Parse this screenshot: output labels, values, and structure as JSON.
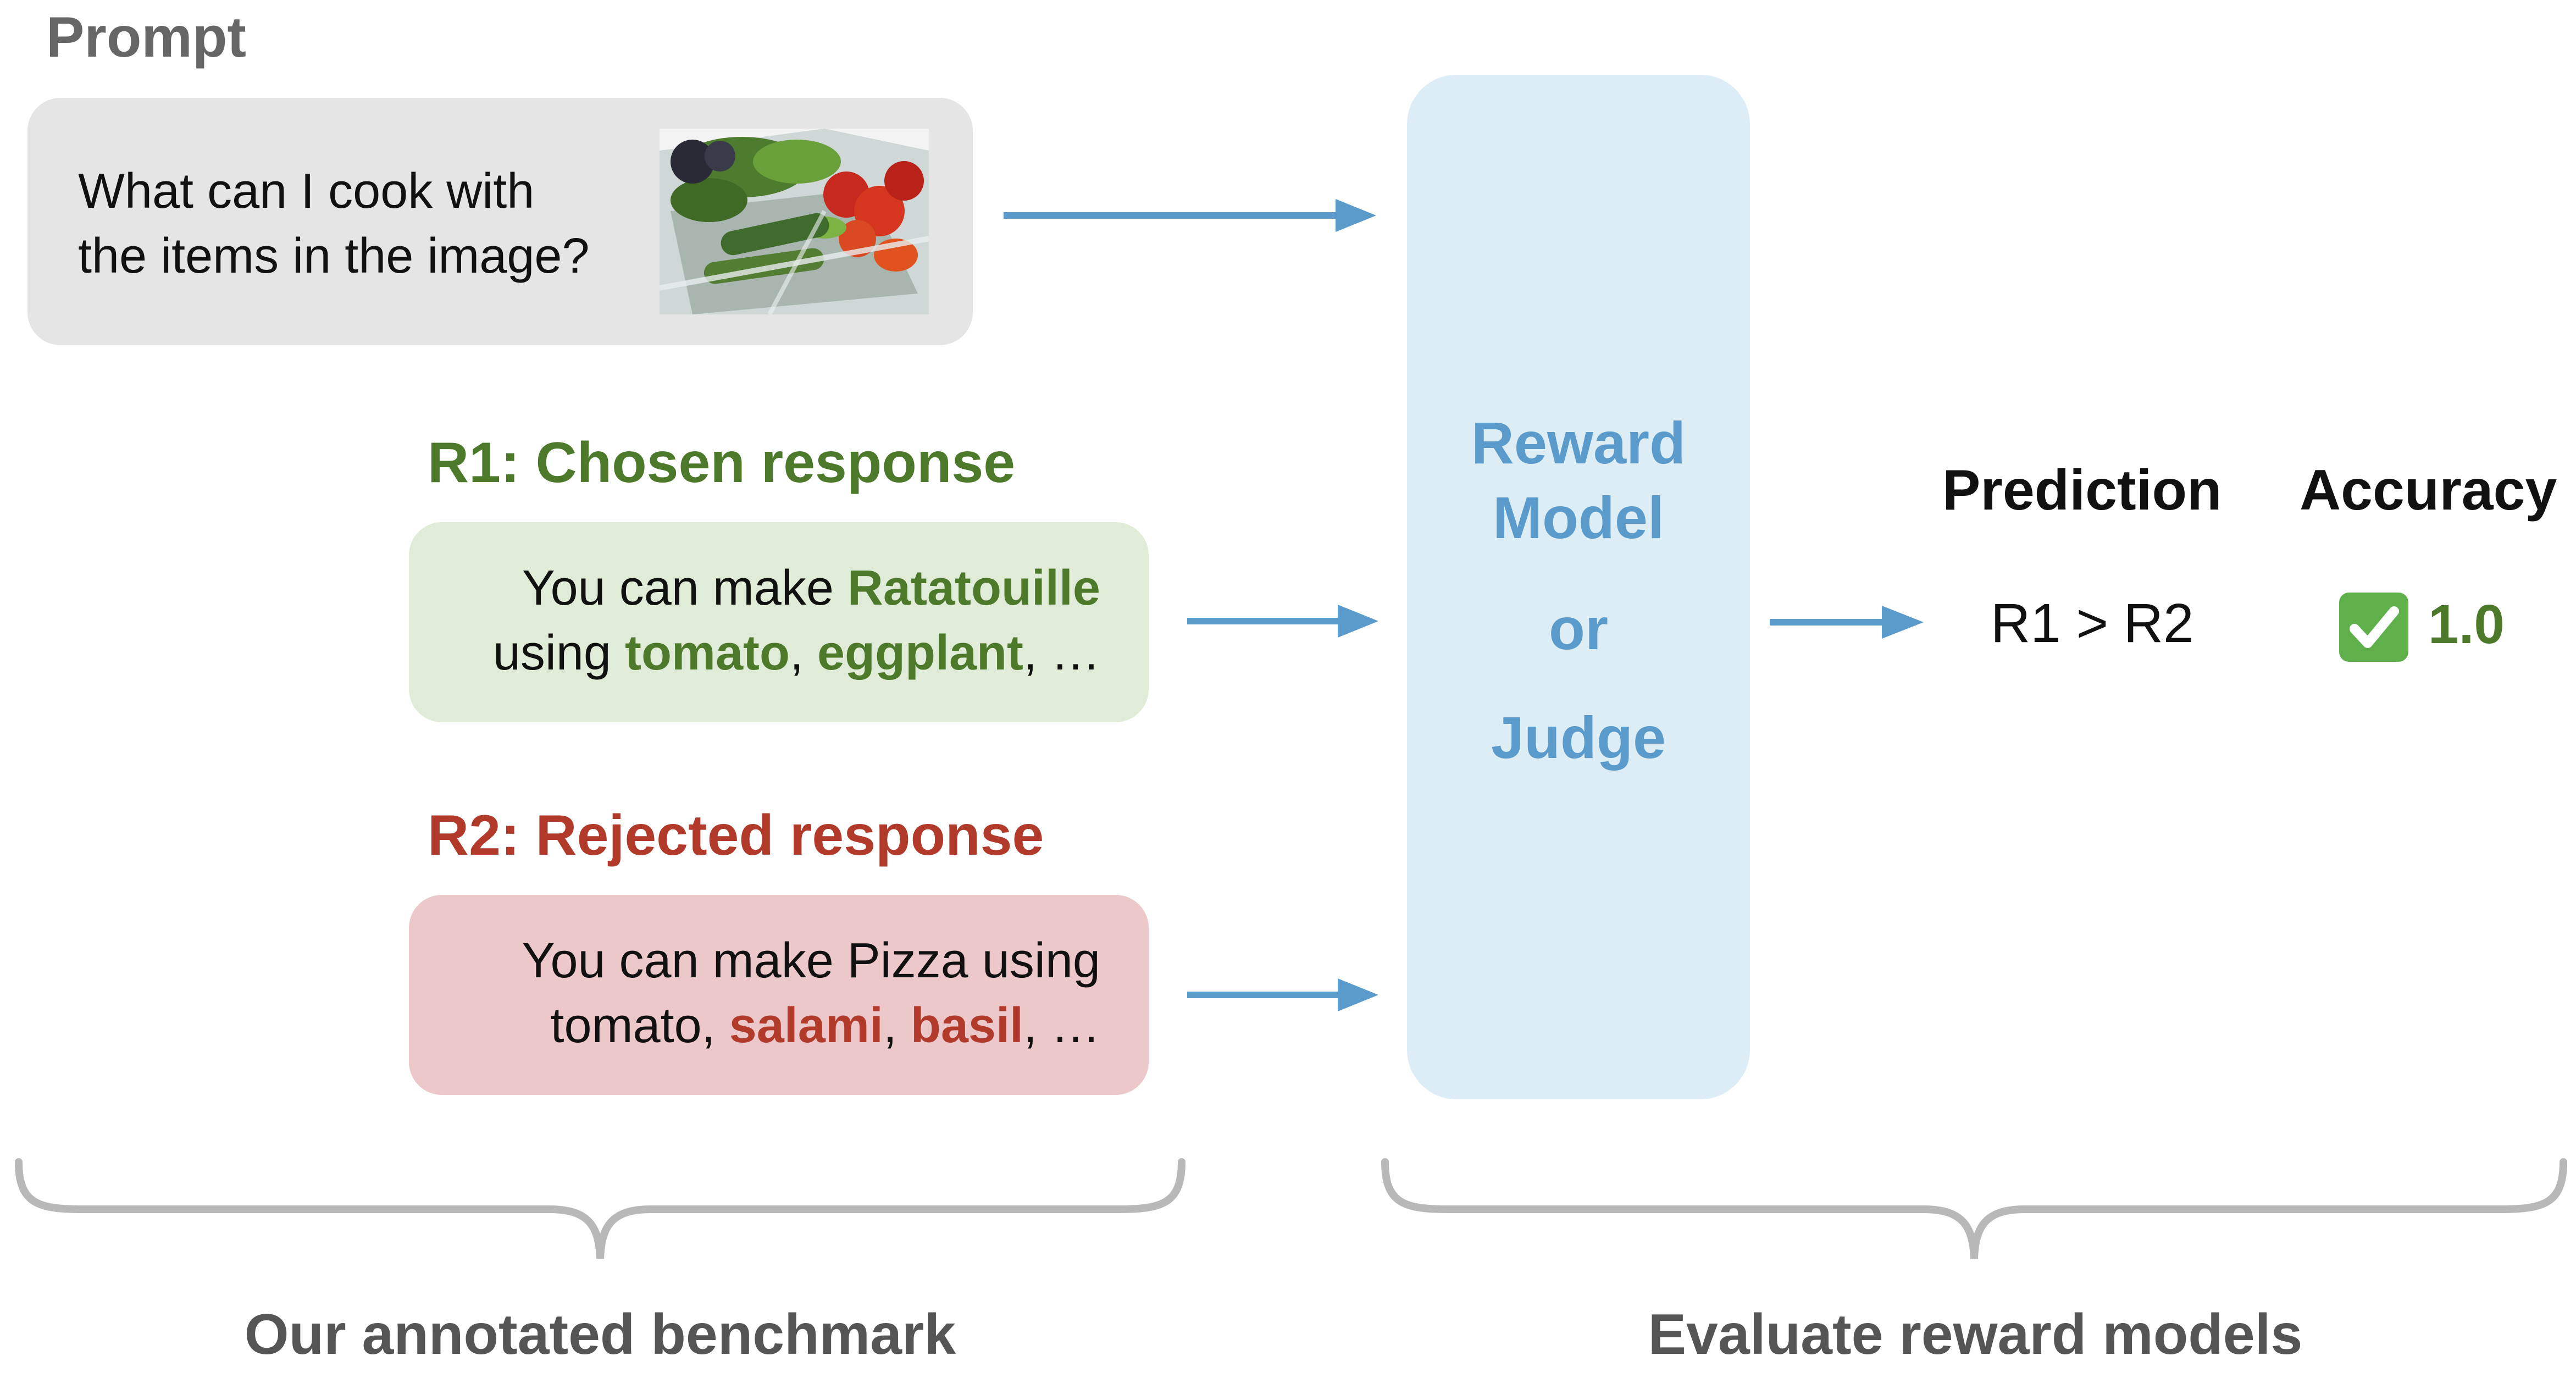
{
  "prompt_section": {
    "heading": "Prompt",
    "text_line1": "What can I cook with",
    "text_line2": "the items in the image?",
    "image_icon": "fridge-vegetables-photo"
  },
  "chosen": {
    "heading": "R1: Chosen response",
    "line1_prefix": "You can make ",
    "dish": "Ratatouille",
    "line2_prefix": "using ",
    "item1": "tomato",
    "sep1": ", ",
    "item2": "eggplant",
    "line2_suffix": ", …"
  },
  "rejected": {
    "heading": "R2: Rejected response",
    "line1": "You can make Pizza using",
    "line2_prefix": "tomato, ",
    "item1": "salami",
    "sep1": ", ",
    "item2": "basil",
    "line2_suffix": ", …"
  },
  "model": {
    "line1": "Reward",
    "line2": "Model",
    "line3": "or",
    "line4": "Judge"
  },
  "result": {
    "prediction_heading": "Prediction",
    "accuracy_heading": "Accuracy",
    "prediction_value": "R1 > R2",
    "check_icon": "check-mark-icon",
    "accuracy_value": "1.0"
  },
  "brackets": {
    "left_label": "Our annotated benchmark",
    "right_label": "Evaluate reward models"
  },
  "colors": {
    "green": "#4c7a2a",
    "red": "#b23a2b",
    "blue": "#5a9bcb",
    "prompt_bg": "#e5e5e5",
    "chosen_bg": "#e0ecd8",
    "rejected_bg": "#ecc8ca",
    "model_bg": "#dcedf5",
    "gray_text": "#555555",
    "bracket": "#b8b8b8"
  }
}
